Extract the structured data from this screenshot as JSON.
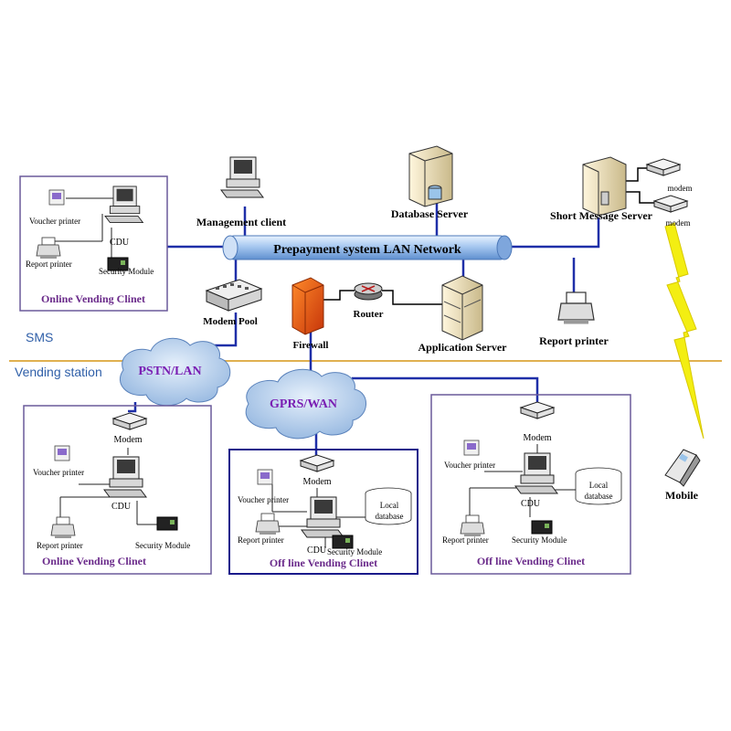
{
  "zones": {
    "sms": "SMS",
    "vending_station": "Vending station"
  },
  "network": {
    "lan_label": "Prepayment system LAN Network"
  },
  "nodes": {
    "management_client": "Management client",
    "database_server": "Database Server",
    "short_message_server": "Short Message Server",
    "modem_top": "modem",
    "modem_bottom": "modem",
    "modem_pool": "Modem Pool",
    "firewall": "Firewall",
    "router": "Router",
    "application_server": "Application Server",
    "report_printer": "Report printer",
    "mobile": "Mobile"
  },
  "clouds": {
    "pstn": "PSTN/LAN",
    "gprs": "GPRS/WAN"
  },
  "clients": {
    "online_top": {
      "title": "Online Vending Clinet",
      "voucher_printer": "Voucher printer",
      "report_printer": "Report printer",
      "cdu": "CDU",
      "security_module": "Security Module"
    },
    "online_bottom": {
      "title": "Online Vending Clinet",
      "modem": "Modem",
      "voucher_printer": "Voucher printer",
      "report_printer": "Report printer",
      "cdu": "CDU",
      "security_module": "Security Module"
    },
    "offline_middle": {
      "title": "Off line Vending Clinet",
      "modem": "Modem",
      "voucher_printer": "Voucher printer",
      "report_printer": "Report printer",
      "cdu": "CDU",
      "security_module": "Security Module",
      "local_db_line1": "Local",
      "local_db_line2": "database"
    },
    "offline_right": {
      "title": "Off line Vending Clinet",
      "modem": "Modem",
      "voucher_printer": "Voucher printer",
      "report_printer": "Report printer",
      "cdu": "CDU",
      "security_module": "Security Module",
      "local_db_line1": "Local",
      "local_db_line2": "database"
    }
  },
  "colors": {
    "link": "#1f2fa8",
    "box_border": "#6a5a9a",
    "box_border_strong": "#1a1a8a",
    "lan_pipe": "#9fc3ee",
    "zone_line": "#e0b050",
    "lightning": "#f3ee12",
    "cloud": "#b9d3f0"
  }
}
